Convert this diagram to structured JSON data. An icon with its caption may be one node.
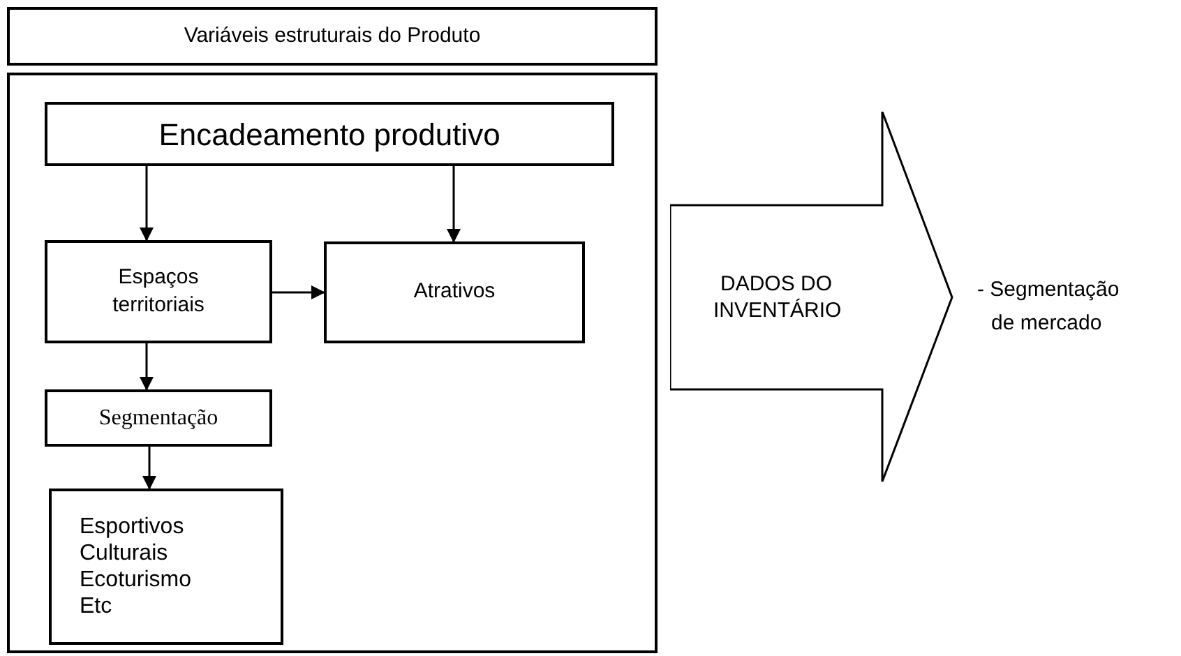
{
  "diagram": {
    "nodes": [
      {
        "text": [
          "Variáveis estruturais do Produto"
        ]
      },
      {
        "text": [],
        "shape": "box"
      },
      {
        "text": [
          "Encadeamento produtivo"
        ],
        "in": 1
      },
      {
        "text": [
          "Espaços territoriais"
        ],
        "in": 1
      },
      {
        "text": [
          "Atrativos"
        ],
        "in": 1
      },
      {
        "text": [
          "Segmentação"
        ],
        "in": 1
      },
      {
        "text": [
          "Esportivos",
          "Culturais",
          "Ecoturismo",
          "Etc"
        ],
        "in": 1
      },
      {
        "text": [
          "DADOS DO INVENTÁRIO"
        ]
      }
    ],
    "edges": [
      {
        "from": 2,
        "to": 3,
        "arrow": "to"
      },
      {
        "from": 2,
        "to": 4,
        "arrow": "to"
      },
      {
        "from": 3,
        "to": 4,
        "arrow": "to"
      },
      {
        "from": 3,
        "to": 5,
        "arrow": "to"
      },
      {
        "from": 5,
        "to": 6,
        "arrow": "to"
      }
    ],
    "labels": [
      "- Segmentação",
      "de mercado"
    ]
  }
}
